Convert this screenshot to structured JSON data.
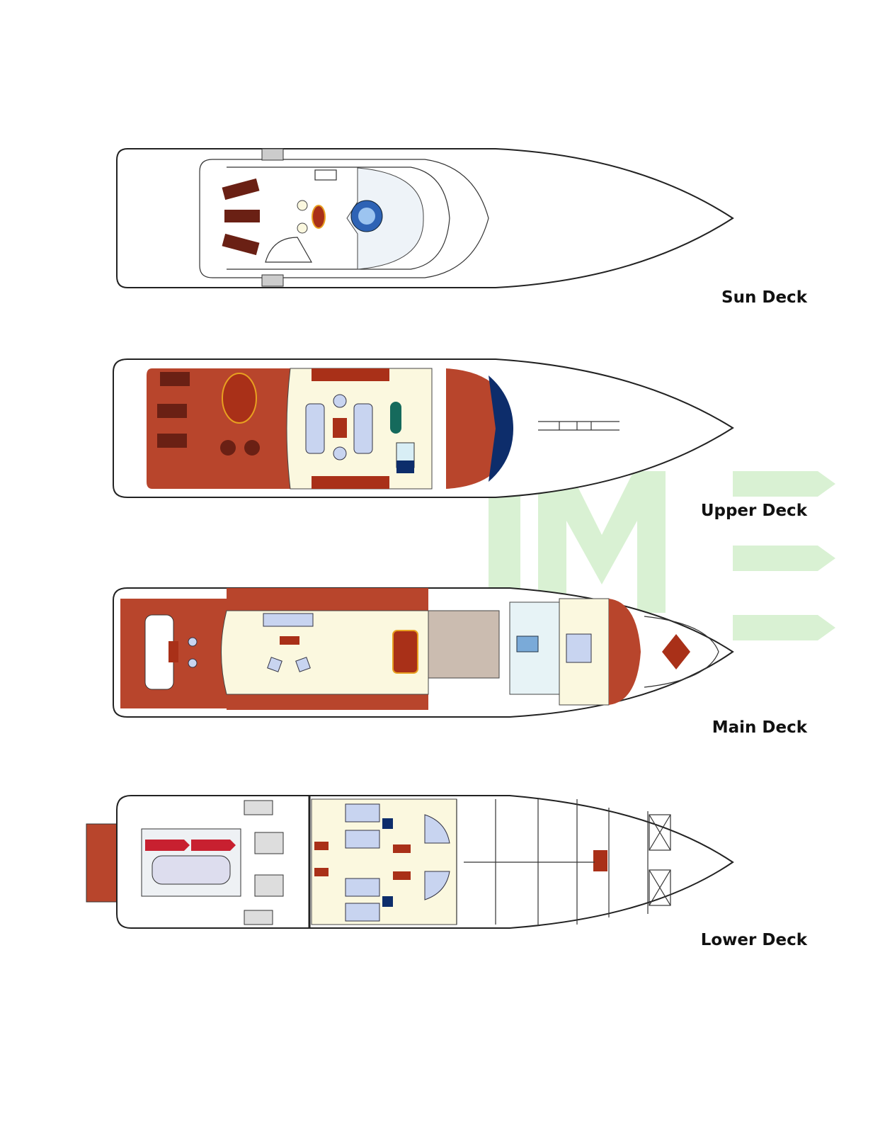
{
  "decks": [
    {
      "id": "sun",
      "label": "Sun Deck"
    },
    {
      "id": "upper",
      "label": "Upper Deck"
    },
    {
      "id": "main",
      "label": "Main Deck"
    },
    {
      "id": "lower",
      "label": "Lower Deck"
    }
  ],
  "watermark": {
    "text": "ME",
    "color": "#cfeec8"
  },
  "colors": {
    "teak": "#b8452c",
    "interior": "#fbf8df",
    "upholstery": "#c8d4f0",
    "accent_navy": "#0d2d6b"
  }
}
